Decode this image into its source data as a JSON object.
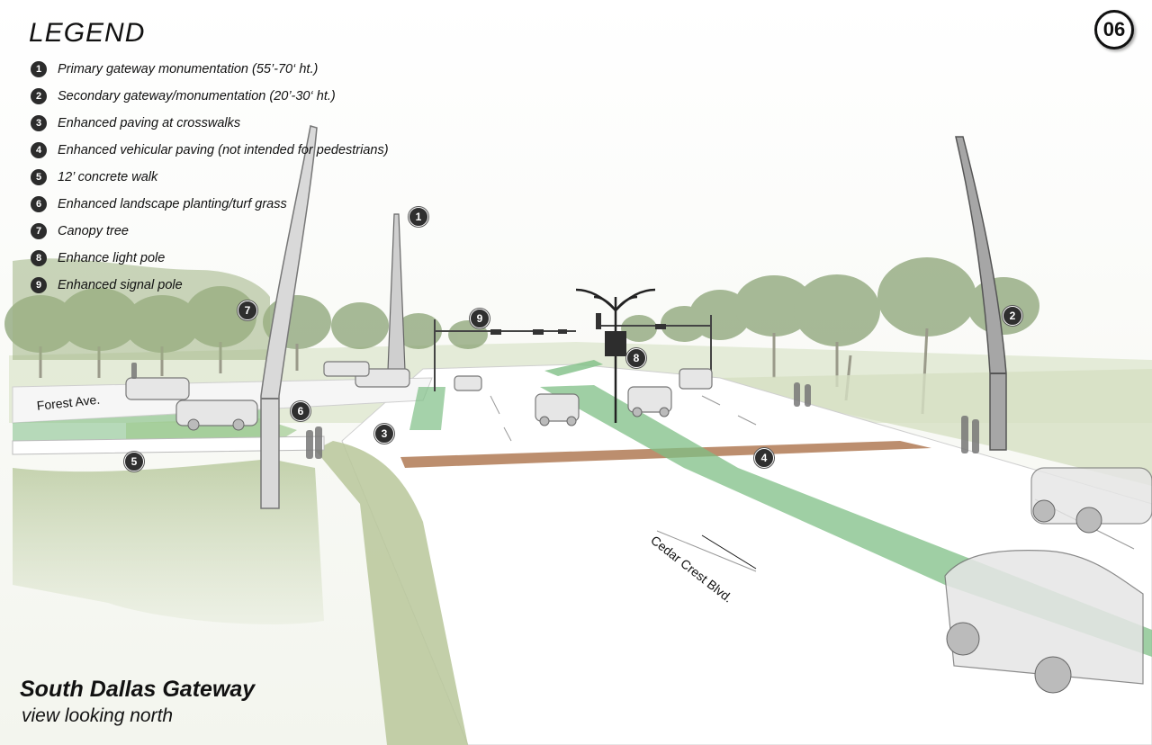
{
  "sheet_number": "06",
  "legend": {
    "title": "LEGEND",
    "items": [
      {
        "num": "1",
        "label": "Primary gateway monumentation (55’-70‘ ht.)"
      },
      {
        "num": "2",
        "label": "Secondary gateway/monumentation (20’-30‘ ht.)"
      },
      {
        "num": "3",
        "label": "Enhanced paving at crosswalks"
      },
      {
        "num": "4",
        "label": "Enhanced vehicular paving (not intended for pedestrians)"
      },
      {
        "num": "5",
        "label": "12’ concrete walk"
      },
      {
        "num": "6",
        "label": "Enhanced landscape planting/turf grass"
      },
      {
        "num": "7",
        "label": "Canopy tree"
      },
      {
        "num": "8",
        "label": "Enhance light pole"
      },
      {
        "num": "9",
        "label": "Enhanced signal pole"
      }
    ]
  },
  "markers": [
    "1",
    "2",
    "3",
    "4",
    "5",
    "6",
    "7",
    "8",
    "9"
  ],
  "streets": {
    "forest": "Forest Ave.",
    "cedar": "Cedar Crest Blvd."
  },
  "title": "South Dallas Gateway",
  "subtitle": "view looking north",
  "colors": {
    "turf": "#a9c08a",
    "median": "#7fbf86",
    "paving": "#b07a55",
    "tree": "#8ba376"
  }
}
